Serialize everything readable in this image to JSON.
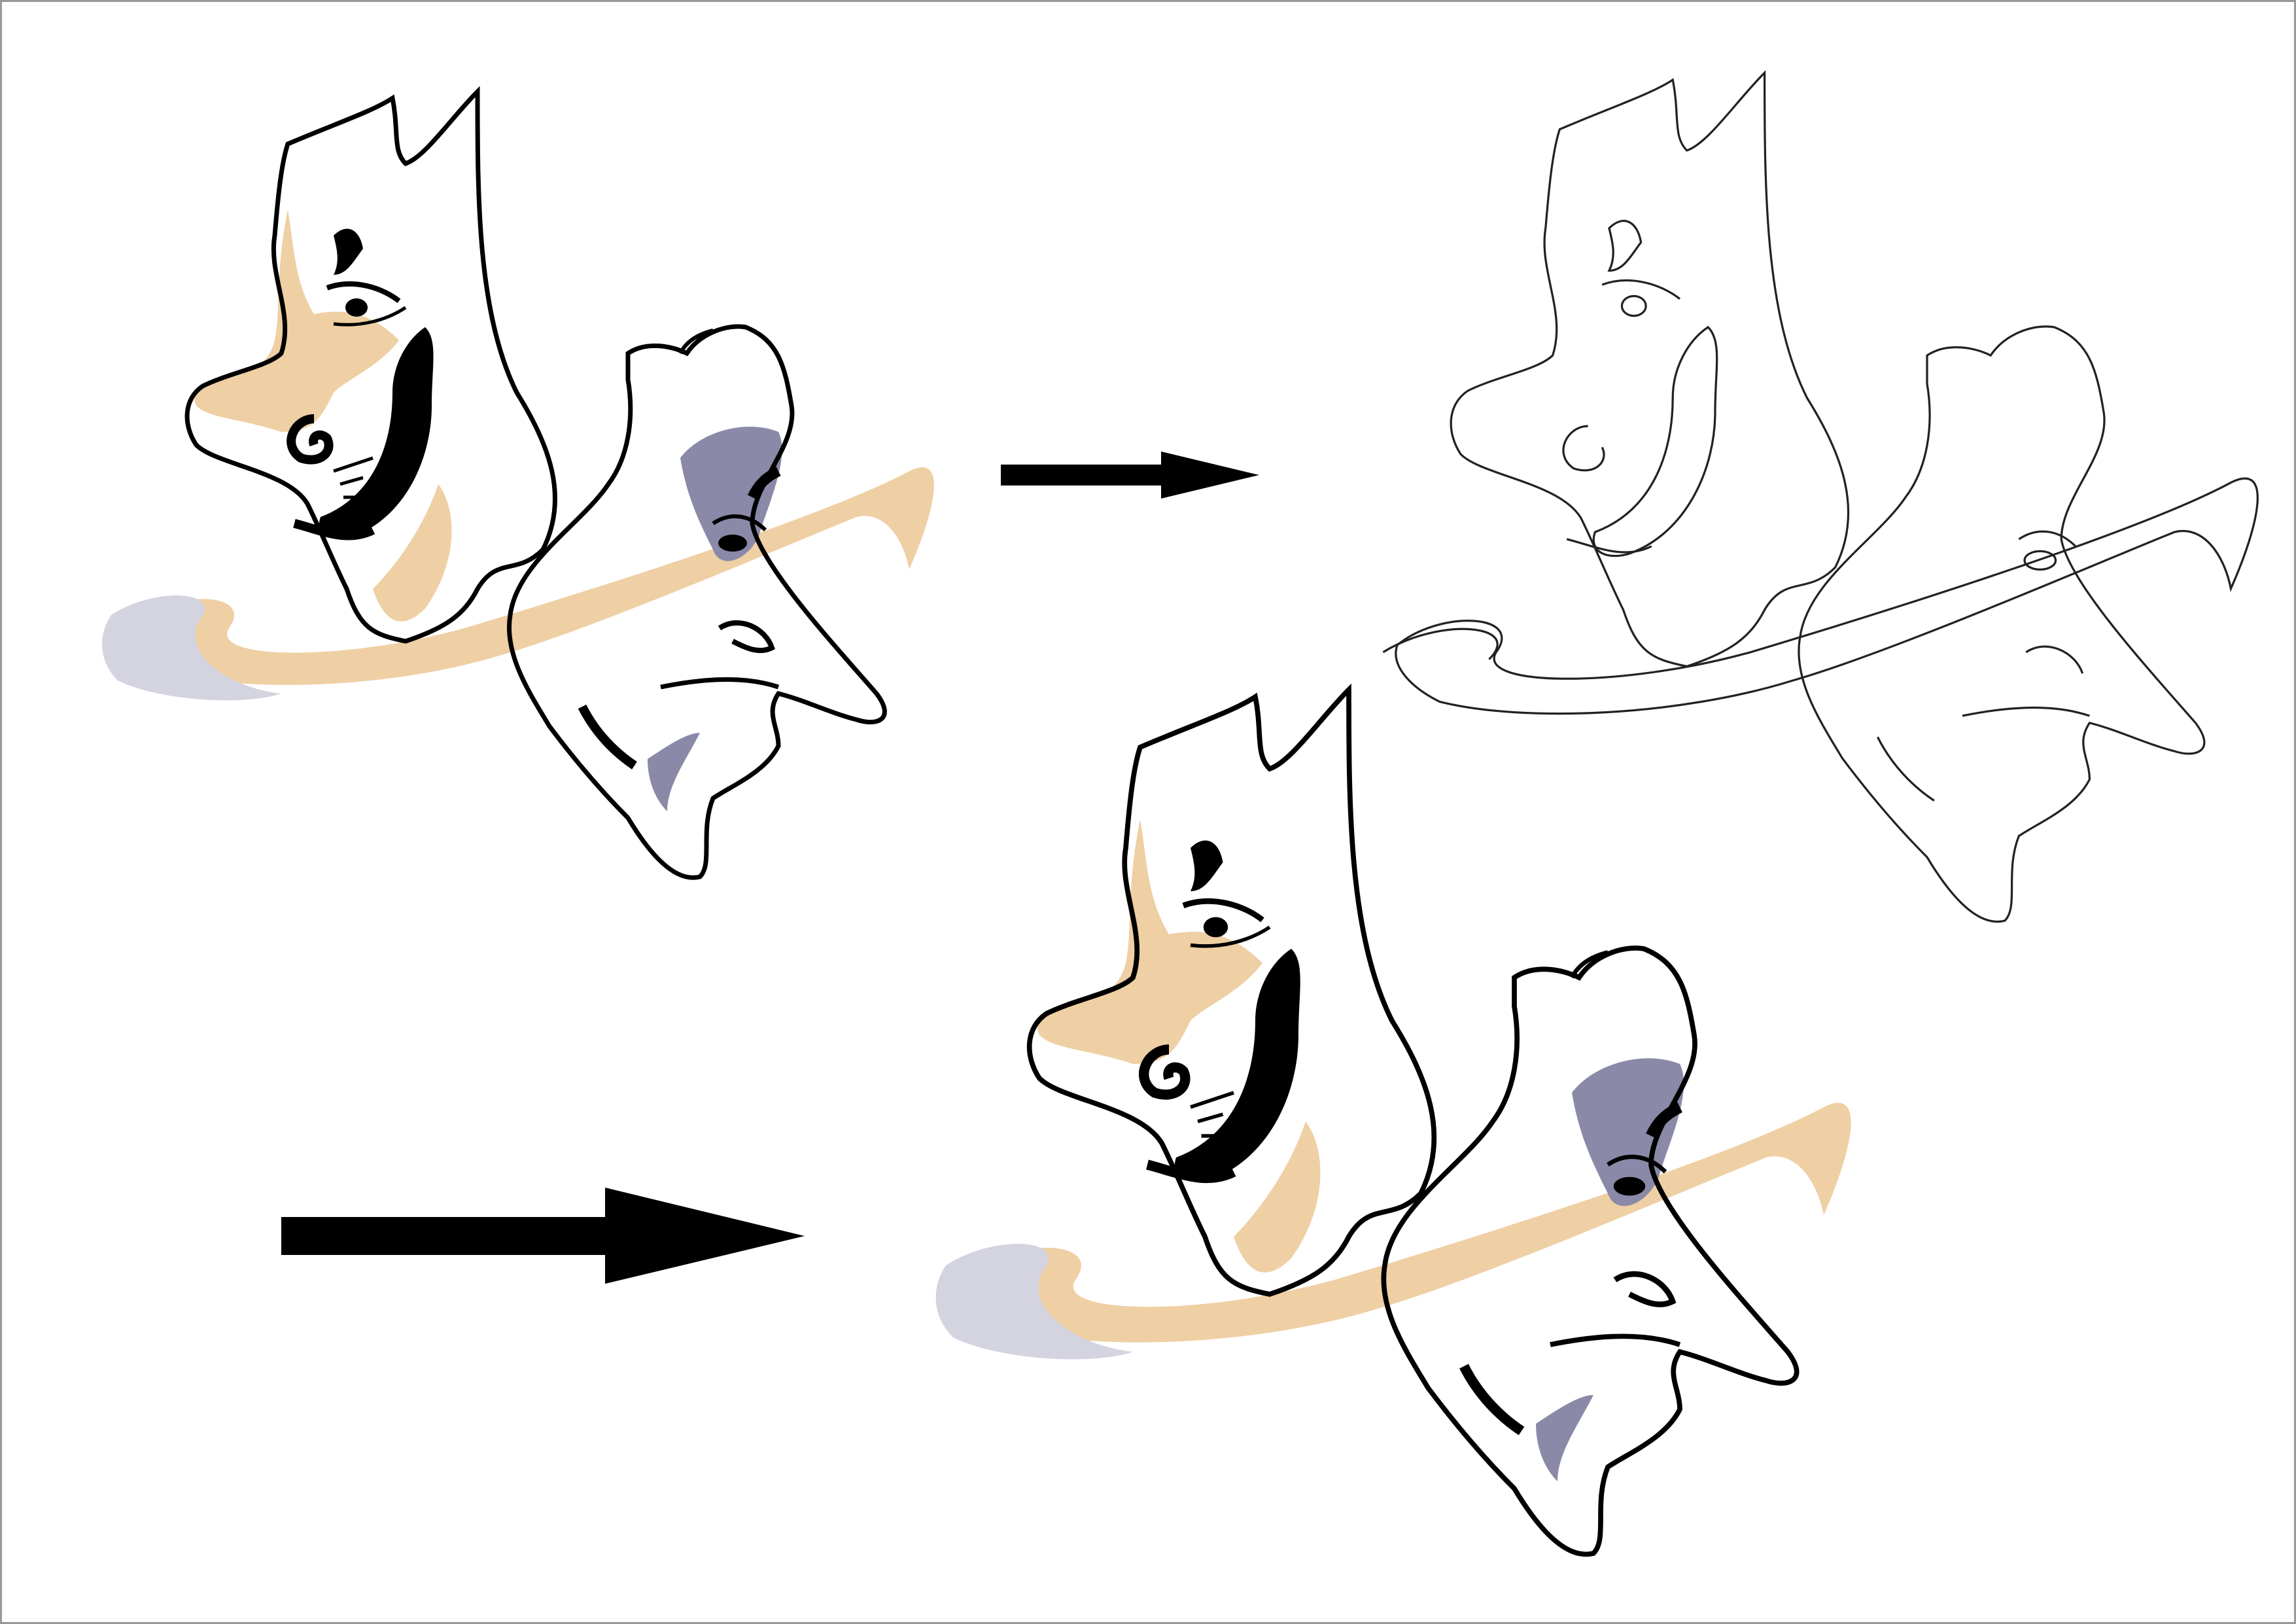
{
  "figure": {
    "steps": [
      {
        "name": "source-colored-masks-small",
        "style": "color"
      },
      {
        "name": "traced-outline-masks",
        "style": "outline"
      },
      {
        "name": "result-colored-masks-large",
        "style": "color"
      }
    ],
    "arrows": [
      "small-arrow-right",
      "large-arrow-right"
    ],
    "colors": {
      "ink": "#000000",
      "skin_tan": "#efcfa4",
      "shadow_lilac": "#8a89a8",
      "shadow_pale": "#d4d3e0",
      "outline": "#222222",
      "border": "#999999",
      "background": "#ffffff"
    }
  }
}
